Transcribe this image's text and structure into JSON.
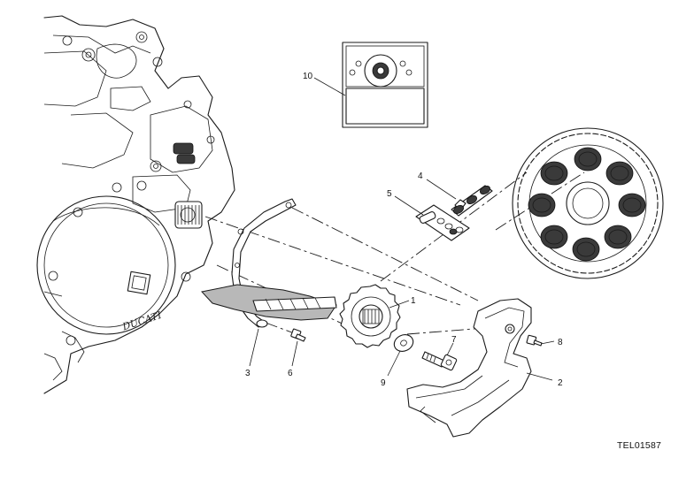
{
  "diagram_code": "TEL01587",
  "callouts": [
    {
      "id": "1",
      "text": "1"
    },
    {
      "id": "2",
      "text": "2"
    },
    {
      "id": "3",
      "text": "3"
    },
    {
      "id": "4",
      "text": "4"
    },
    {
      "id": "5",
      "text": "5"
    },
    {
      "id": "6",
      "text": "6"
    },
    {
      "id": "7",
      "text": "7"
    },
    {
      "id": "8",
      "text": "8"
    },
    {
      "id": "9",
      "text": "9"
    },
    {
      "id": "10",
      "text": "10"
    }
  ]
}
